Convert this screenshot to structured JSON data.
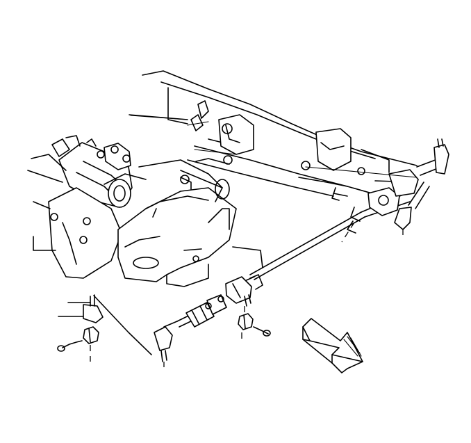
{
  "figure": {
    "background": "#ffffff",
    "line_color": "#000000",
    "components": [
      "frame-rail",
      "steering-gear",
      "crossmember",
      "tie-rod",
      "adjuster-sleeve",
      "outer-tie-rod-end",
      "inner-tie-rod-end",
      "castle-nut",
      "cotter-pin",
      "pitman-arm",
      "idler-arm",
      "relay-rod",
      "direction-arrow"
    ]
  }
}
